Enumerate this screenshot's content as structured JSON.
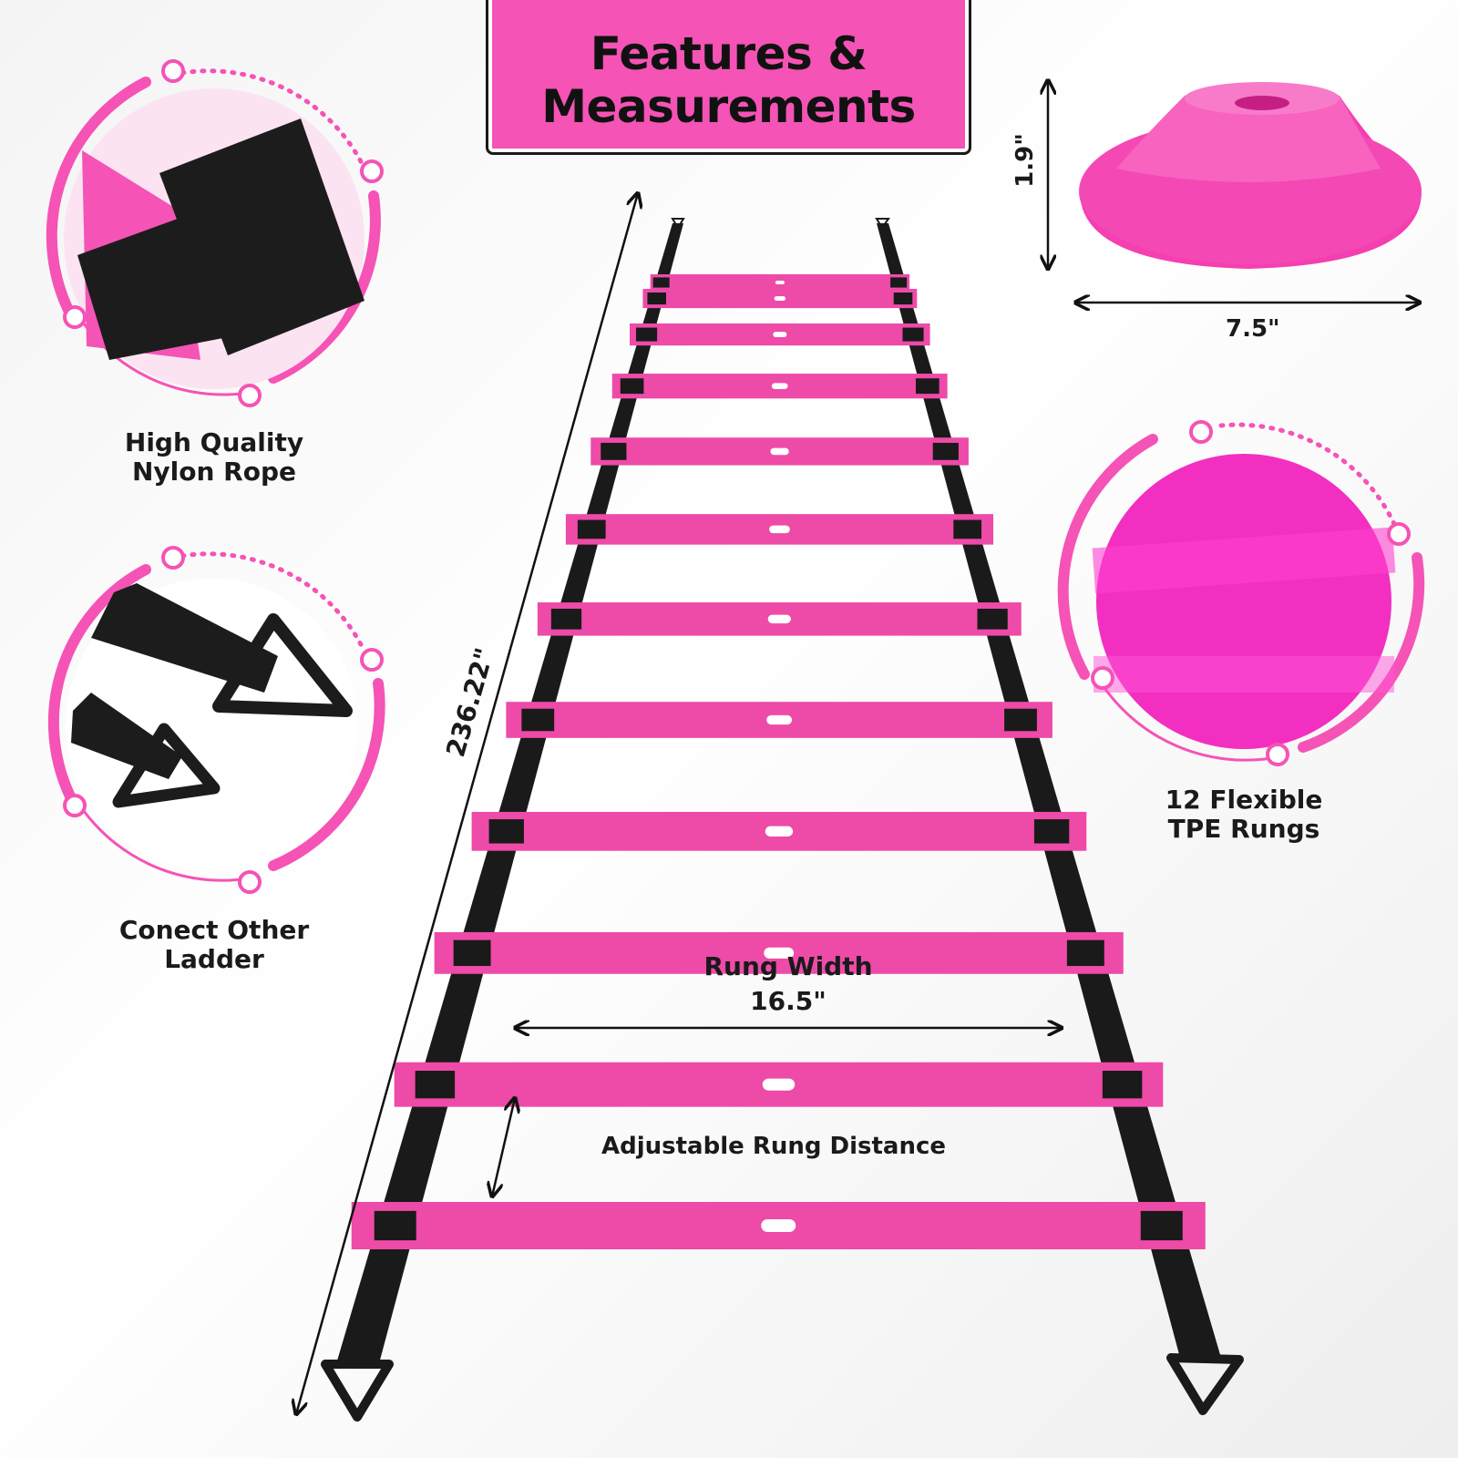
{
  "title": {
    "line1": "Features &",
    "line2": "Measurements"
  },
  "features": {
    "nylon": {
      "line1": "High Quality",
      "line2": "Nylon Rope"
    },
    "connect": {
      "line1": "Conect Other",
      "line2": "Ladder"
    },
    "rungs": {
      "line1": "12 Flexible",
      "line2": "TPE Rungs"
    }
  },
  "measurements": {
    "ladder_length": "236.22\"",
    "cone_height": "1.9\"",
    "cone_width": "7.5\"",
    "rung_width_label": "Rung Width",
    "rung_width_value": "16.5\"",
    "rung_distance_label": "Adjustable Rung Distance"
  },
  "ladder": {
    "rung_count": 12
  },
  "colors": {
    "accent": "#f553b6",
    "rung": "#ee4aa8",
    "strap": "#1a1a1a",
    "cone": "#f53fb0"
  },
  "icons": [
    "ladder-icon",
    "cone-icon",
    "strap-icon",
    "triangle-buckle-icon",
    "arrow-icon"
  ]
}
